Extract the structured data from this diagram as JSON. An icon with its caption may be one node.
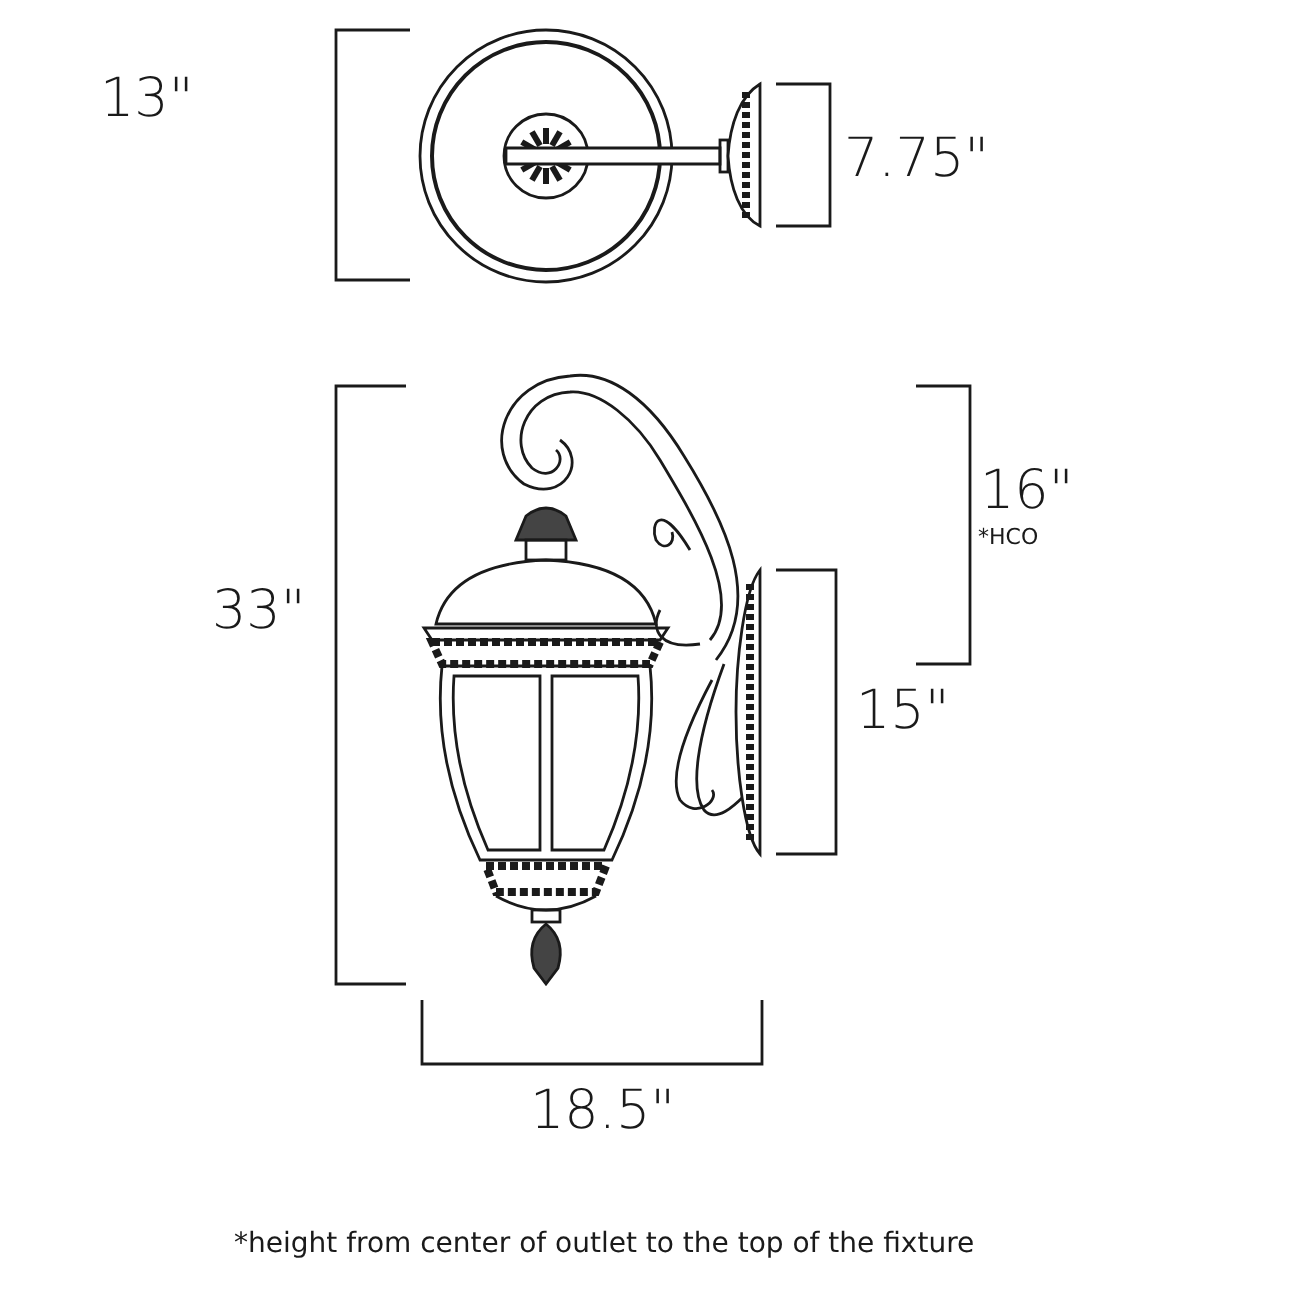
{
  "diagram": {
    "labels": [
      "13\"",
      "7.75\"",
      "33\"",
      "16\"",
      "*HCO",
      "15\"",
      "18.5\"",
      "*height from center of outlet to the top of the fixture"
    ]
  }
}
